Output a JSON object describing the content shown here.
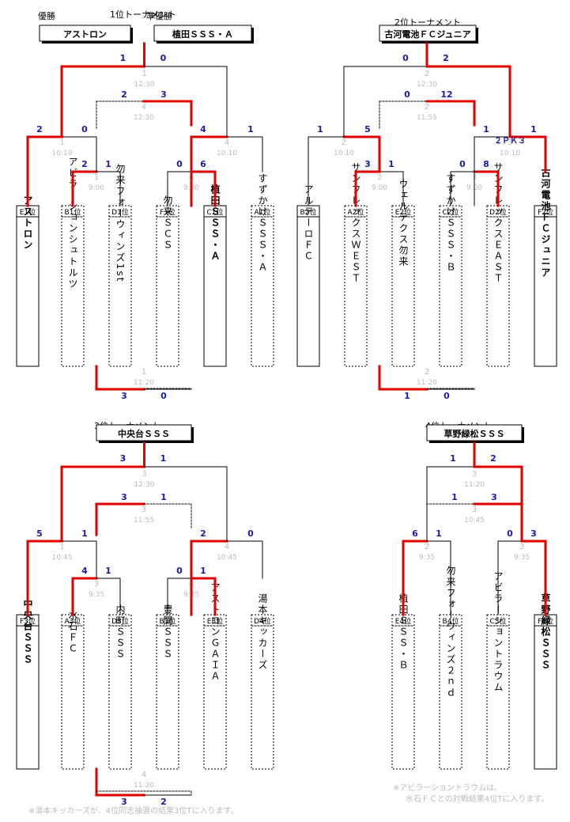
{
  "colors": {
    "win": "#e00000",
    "line": "#000000",
    "score": "#1a1ab0",
    "faint": "#bbbbbb"
  },
  "tournaments": [
    {
      "title": "1位トーナメント",
      "top": [
        {
          "caption": "優勝",
          "name": "アストロン"
        },
        {
          "caption": "準優勝",
          "name": "植田ＳＳＳ・Ａ"
        }
      ],
      "teams": [
        {
          "seed": "E1位",
          "name": "アストロン",
          "bold": true
        },
        {
          "seed": "B1位",
          "name": "アビラーションシュトルツ",
          "dashed": true
        },
        {
          "seed": "D1位",
          "name": "勿来フォーウィンズ1st",
          "dashed": true
        },
        {
          "seed": "F1位",
          "name": "勿来ＳＣＳ",
          "dashed": true
        },
        {
          "seed": "C1位",
          "name": "植田ＳＳＳ・Ａ",
          "bold": true
        },
        {
          "seed": "A1位",
          "name": "すずかけＳＳＳ・Ａ",
          "dashed": true
        }
      ],
      "matches": [
        {
          "id": "r1a",
          "label": "1",
          "time": "9:00",
          "scores": [
            "2",
            "1"
          ]
        },
        {
          "id": "r1b",
          "label": "4",
          "time": "9:00",
          "scores": [
            "0",
            "6"
          ]
        },
        {
          "id": "r2a",
          "label": "1",
          "time": "10:10",
          "scores": [
            "2",
            "0"
          ]
        },
        {
          "id": "r2b",
          "label": "4",
          "time": "10:10",
          "scores": [
            "4",
            "1"
          ]
        },
        {
          "id": "sf",
          "label": "4",
          "time": "12:30",
          "scores": [
            "2",
            "3"
          ]
        },
        {
          "id": "final",
          "label": "1",
          "time": "12:30",
          "scores": [
            "1",
            "0"
          ]
        },
        {
          "id": "plc",
          "label": "1",
          "time": "11:20",
          "scores": [
            "3",
            "0"
          ]
        }
      ]
    },
    {
      "title": "2位トーナメント",
      "top": [
        {
          "caption": "",
          "name": "古河電池ＦＣジュニア"
        }
      ],
      "teams": [
        {
          "seed": "B2位",
          "name": "アルテーロＦＣ"
        },
        {
          "seed": "A2位",
          "name": "サンフレックスＷＥＳＴ",
          "dashed": true
        },
        {
          "seed": "E2位",
          "name": "ウェルテクス勿来",
          "dashed": true
        },
        {
          "seed": "C2位",
          "name": "すずかけＳＳＳ・Ｂ",
          "dashed": true
        },
        {
          "seed": "D2位",
          "name": "サンフレックスＥＡＳＴ",
          "dashed": true
        },
        {
          "seed": "F2位",
          "name": "古河電池ＦＣジュニア",
          "bold": true
        }
      ],
      "matches": [
        {
          "id": "r1a",
          "label": "2",
          "time": "9:00",
          "scores": [
            "3",
            "1"
          ]
        },
        {
          "id": "r1b",
          "label": "3",
          "time": "9:00",
          "scores": [
            "0",
            "8"
          ]
        },
        {
          "id": "r2a",
          "label": "2",
          "time": "10:10",
          "scores": [
            "1",
            "5"
          ]
        },
        {
          "id": "r2b",
          "label": "3",
          "time": "10:10",
          "scores": [
            "1",
            "1"
          ],
          "pk": "２ＰＫ３"
        },
        {
          "id": "sf",
          "label": "2",
          "time": "11:55",
          "scores": [
            "0",
            "12"
          ]
        },
        {
          "id": "final",
          "label": "2",
          "time": "12:30",
          "scores": [
            "0",
            "2"
          ]
        },
        {
          "id": "plc",
          "label": "2",
          "time": "11:20",
          "scores": [
            "1",
            "0"
          ]
        }
      ]
    },
    {
      "title": "3位トーナメント",
      "top": [
        {
          "caption": "",
          "name": "中央台ＳＳＳ"
        }
      ],
      "teams": [
        {
          "seed": "F3位",
          "name": "中央台ＳＳＳ",
          "bold": true
        },
        {
          "seed": "A3位",
          "name": "水石ＦＣ",
          "dashed": true
        },
        {
          "seed": "D3位",
          "name": "内町ＳＳＳ",
          "dashed": true
        },
        {
          "seed": "B3位",
          "name": "豊間ＳＳＳ",
          "dashed": true
        },
        {
          "seed": "E3位",
          "name": "アストロンＧＡＩＡ",
          "dashed": true
        },
        {
          "seed": "D4位",
          "name": "湯本キッカーズ",
          "dashed": true
        }
      ],
      "matches": [
        {
          "id": "r1a",
          "label": "3",
          "time": "9:35",
          "scores": [
            "4",
            "1"
          ]
        },
        {
          "id": "r1b",
          "label": "4",
          "time": "9:35",
          "scores": [
            "0",
            "1"
          ]
        },
        {
          "id": "r2a",
          "label": "1",
          "time": "10:45",
          "scores": [
            "5",
            "1"
          ]
        },
        {
          "id": "r2b",
          "label": "4",
          "time": "10:45",
          "scores": [
            "2",
            "0"
          ]
        },
        {
          "id": "sf",
          "label": "3",
          "time": "11:55",
          "scores": [
            "3",
            "1"
          ]
        },
        {
          "id": "final",
          "label": "3",
          "time": "12:30",
          "scores": [
            "3",
            "1"
          ]
        },
        {
          "id": "plc",
          "label": "4",
          "time": "11:20",
          "scores": [
            "3",
            "2"
          ]
        }
      ]
    },
    {
      "title": "4位トーナメント",
      "top": [
        {
          "caption": "",
          "name": "草野緑松ＳＳＳ"
        }
      ],
      "teams": [
        {
          "seed": "E4位",
          "name": "植田ＳＳＳ・Ｂ",
          "dashed": true
        },
        {
          "seed": "B4位",
          "name": "勿来フォーウィンズ２ｎｄ",
          "dashed": true
        },
        {
          "seed": "C3位",
          "name": "アビラーショントラウム",
          "dashed": true
        },
        {
          "seed": "F4位",
          "name": "草野緑松ＳＳＳ",
          "bold": true
        }
      ],
      "matches": [
        {
          "id": "r2a",
          "label": "2",
          "time": "9:35",
          "scores": [
            "6",
            "1"
          ]
        },
        {
          "id": "r2b",
          "label": "3",
          "time": "9:35",
          "scores": [
            "0",
            "3"
          ]
        },
        {
          "id": "sf",
          "label": "3",
          "time": "10:45",
          "scores": [
            "1",
            "3"
          ]
        },
        {
          "id": "final",
          "label": "3",
          "time": "11:20",
          "scores": [
            "1",
            "2"
          ]
        }
      ]
    }
  ],
  "notes": [
    "※アビラーショントラウムは、",
    "水石ＦＣとの対戦結果4位Tに入ります。",
    "※湯本キッカーズが、4位同志抽選の結果3位Tに入ります。"
  ]
}
